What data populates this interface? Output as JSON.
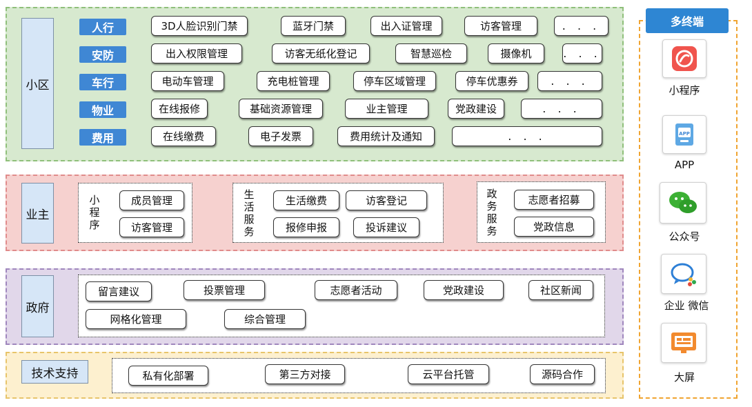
{
  "xiaoqu": {
    "label": "小区",
    "rows": [
      {
        "category": "人行",
        "items": [
          "3D人脸识别门禁",
          "蓝牙门禁",
          "出入证管理",
          "访客管理",
          ". . ."
        ]
      },
      {
        "category": "安防",
        "items": [
          "出入权限管理",
          "访客无纸化登记",
          "智慧巡检",
          "摄像机",
          ". . ."
        ]
      },
      {
        "category": "车行",
        "items": [
          "电动车管理",
          "充电桩管理",
          "停车区域管理",
          "停车优惠券",
          ". . ."
        ]
      },
      {
        "category": "物业",
        "items": [
          "在线报修",
          "基础资源管理",
          "业主管理",
          "党政建设",
          ". . ."
        ]
      },
      {
        "category": "费用",
        "items": [
          "在线缴费",
          "电子发票",
          "费用统计及通知",
          ". . ."
        ]
      }
    ]
  },
  "yezhu": {
    "label": "业主",
    "groups": [
      {
        "title": [
          "小",
          "程",
          "序"
        ],
        "items": [
          "成员管理",
          "访客管理"
        ]
      },
      {
        "title": [
          "生",
          "活",
          "服",
          "务"
        ],
        "items": [
          "生活缴费",
          "访客登记",
          "报修申报",
          "投诉建议"
        ]
      },
      {
        "title": [
          "政",
          "务",
          "服",
          "务"
        ],
        "items": [
          "志愿者招募",
          "党政信息"
        ]
      }
    ]
  },
  "zhengfu": {
    "label": "政府",
    "items": [
      "留言建议",
      "投票管理",
      "志愿者活动",
      "党政建设",
      "社区新闻",
      "网格化管理",
      "综合管理"
    ]
  },
  "jishu": {
    "label": "技术支持",
    "items": [
      "私有化部署",
      "第三方对接",
      "云平台托管",
      "源码合作"
    ]
  },
  "terminals": {
    "title": "多终端",
    "items": [
      {
        "label": "小程序",
        "icon": "mini-program-icon"
      },
      {
        "label": "APP",
        "icon": "app-icon"
      },
      {
        "label": "公众号",
        "icon": "wechat-icon"
      },
      {
        "label": "企业 微信",
        "icon": "enterprise-wechat-icon"
      },
      {
        "label": "大屏",
        "icon": "big-screen-icon"
      }
    ]
  },
  "colors": {
    "category_blue": "#3f87d4",
    "band_green": "#d7e9cf",
    "band_pink": "#f6d1cf",
    "band_purple": "#e1d7ea",
    "band_yellow": "#fdf0cf",
    "terminal_border": "#f0a430"
  }
}
